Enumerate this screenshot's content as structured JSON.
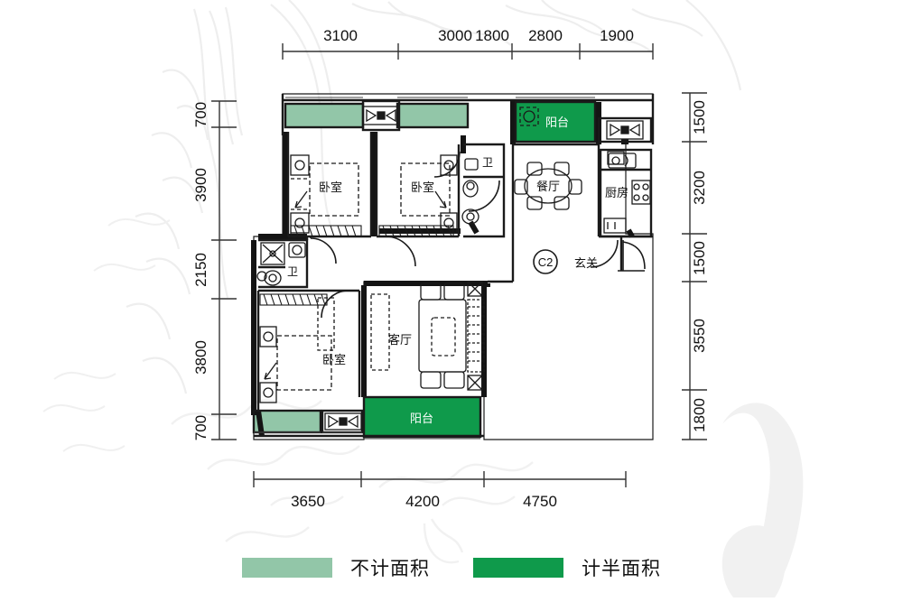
{
  "plan": {
    "unit_code": "C2",
    "dimensions": {
      "top": [
        "3100",
        "3000",
        "1800",
        "2800",
        "1900"
      ],
      "left": [
        "700",
        "3900",
        "2150",
        "3800",
        "700"
      ],
      "right": [
        "1500",
        "3200",
        "1500",
        "3550",
        "1800"
      ],
      "bottom": [
        "3650",
        "4200",
        "4750"
      ]
    },
    "rooms": [
      {
        "id": "bedroom-1",
        "label": "卧室"
      },
      {
        "id": "bedroom-2",
        "label": "卧室"
      },
      {
        "id": "bedroom-3",
        "label": "卧室"
      },
      {
        "id": "bathroom-1",
        "label": "卫"
      },
      {
        "id": "bathroom-2",
        "label": "卫"
      },
      {
        "id": "dining",
        "label": "餐厅"
      },
      {
        "id": "kitchen",
        "label": "厨房"
      },
      {
        "id": "living",
        "label": "客厅"
      },
      {
        "id": "entry",
        "label": "玄关"
      },
      {
        "id": "balcony-top",
        "label": "阳台"
      },
      {
        "id": "balcony-bottom",
        "label": "阳台"
      }
    ],
    "colors": {
      "half_area_green": "#0f9a4b",
      "no_area_green": "#92c6a8",
      "wall": "#1a1a1a",
      "dimension_line": "#333333",
      "watermark": "#f0f0f0"
    }
  },
  "legend": {
    "items": [
      {
        "label": "不计面积",
        "color": "#92c6a8"
      },
      {
        "label": "计半面积",
        "color": "#0f9a4b"
      }
    ]
  }
}
